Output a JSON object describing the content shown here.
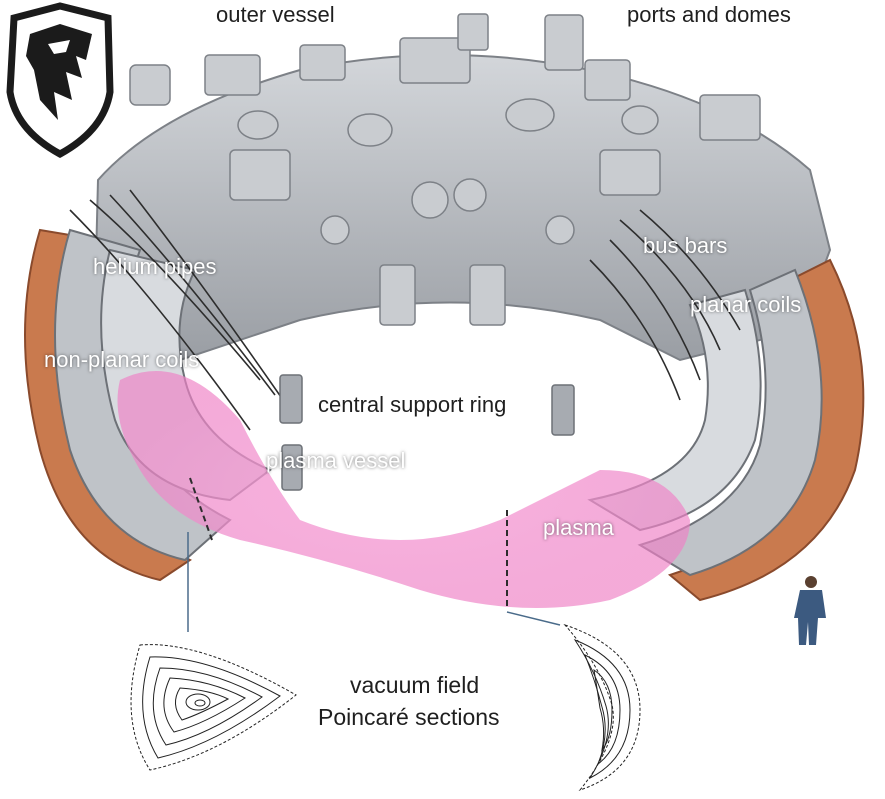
{
  "labels": {
    "outer_vessel": "outer vessel",
    "ports_and_domes": "ports and domes",
    "helium_pipes": "helium pipes",
    "bus_bars": "bus bars",
    "planar_coils": "planar coils",
    "non_planar_coils": "non-planar coils",
    "central_support_ring": "central support ring",
    "plasma_vessel": "plasma vessel",
    "plasma": "plasma",
    "vacuum_field": "vacuum field",
    "poincare_sections": "Poincaré sections"
  },
  "colors": {
    "vessel_grey": "#b9bcc1",
    "vessel_dark": "#7d8187",
    "coil_copper": "#c97a4e",
    "plasma_pink": "#ee82c6",
    "logo_black": "#1b1b1b",
    "label_dark": "#1f1f1f",
    "label_light": "#ffffff"
  },
  "icons": {
    "logo": "lion-head-shield-logo",
    "human_scale": "human-scale-figure"
  }
}
